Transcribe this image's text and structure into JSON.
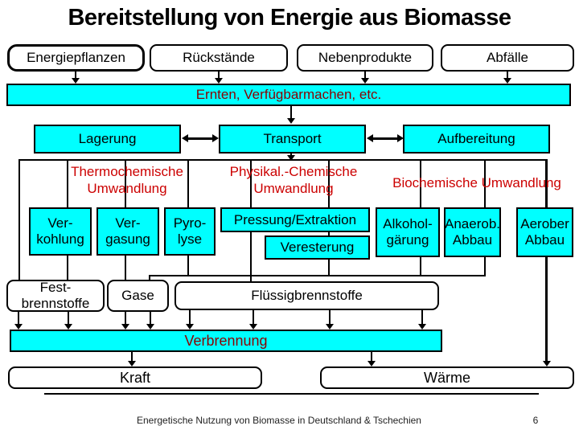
{
  "slide": {
    "title": "Bereitstellung von Energie aus Biomasse",
    "sources": {
      "energiepflanzen": "Energiepflanzen",
      "rueckstaende": "Rückstände",
      "nebenprodukte": "Nebenprodukte",
      "abfaelle": "Abfälle"
    },
    "ernten_bar": "Ernten, Verfügbarmachen, etc.",
    "logistics": {
      "lagerung": "Lagerung",
      "transport": "Transport",
      "aufbereitung": "Aufbereitung"
    },
    "conversion_headers": {
      "thermochemisch": "Thermochemische Umwandlung",
      "physikalisch_chemisch": "Physikal.-Chemische Umwandlung",
      "biochemisch": "Biochemische Umwandlung"
    },
    "processes": {
      "verkohlung": "Ver-\nkohlung",
      "vergasung": "Ver-\ngasung",
      "pyrolyse": "Pyro-\nlyse",
      "pressung": "Pressung/Extraktion",
      "veresterung": "Veresterung",
      "alkoholgaerung": "Alkohol-\ngärung",
      "anaerob": "Anaerob.\nAbbau",
      "aerob": "Aerober\nAbbau"
    },
    "fuels": {
      "fest": "Fest-\nbrennstoffe",
      "gase": "Gase",
      "fluessig": "Flüssigbrennstoffe"
    },
    "verbrennung": "Verbrennung",
    "outputs": {
      "kraft": "Kraft",
      "waerme": "Wärme"
    },
    "footer": {
      "text": "Energetische Nutzung von Biomasse in Deutschland & Tschechien",
      "page": "6"
    },
    "colors": {
      "box_cyan": "#00ffff",
      "header_red": "#cc0000",
      "bar_text_dark_red": "#8b0000",
      "line_black": "#000000"
    }
  }
}
